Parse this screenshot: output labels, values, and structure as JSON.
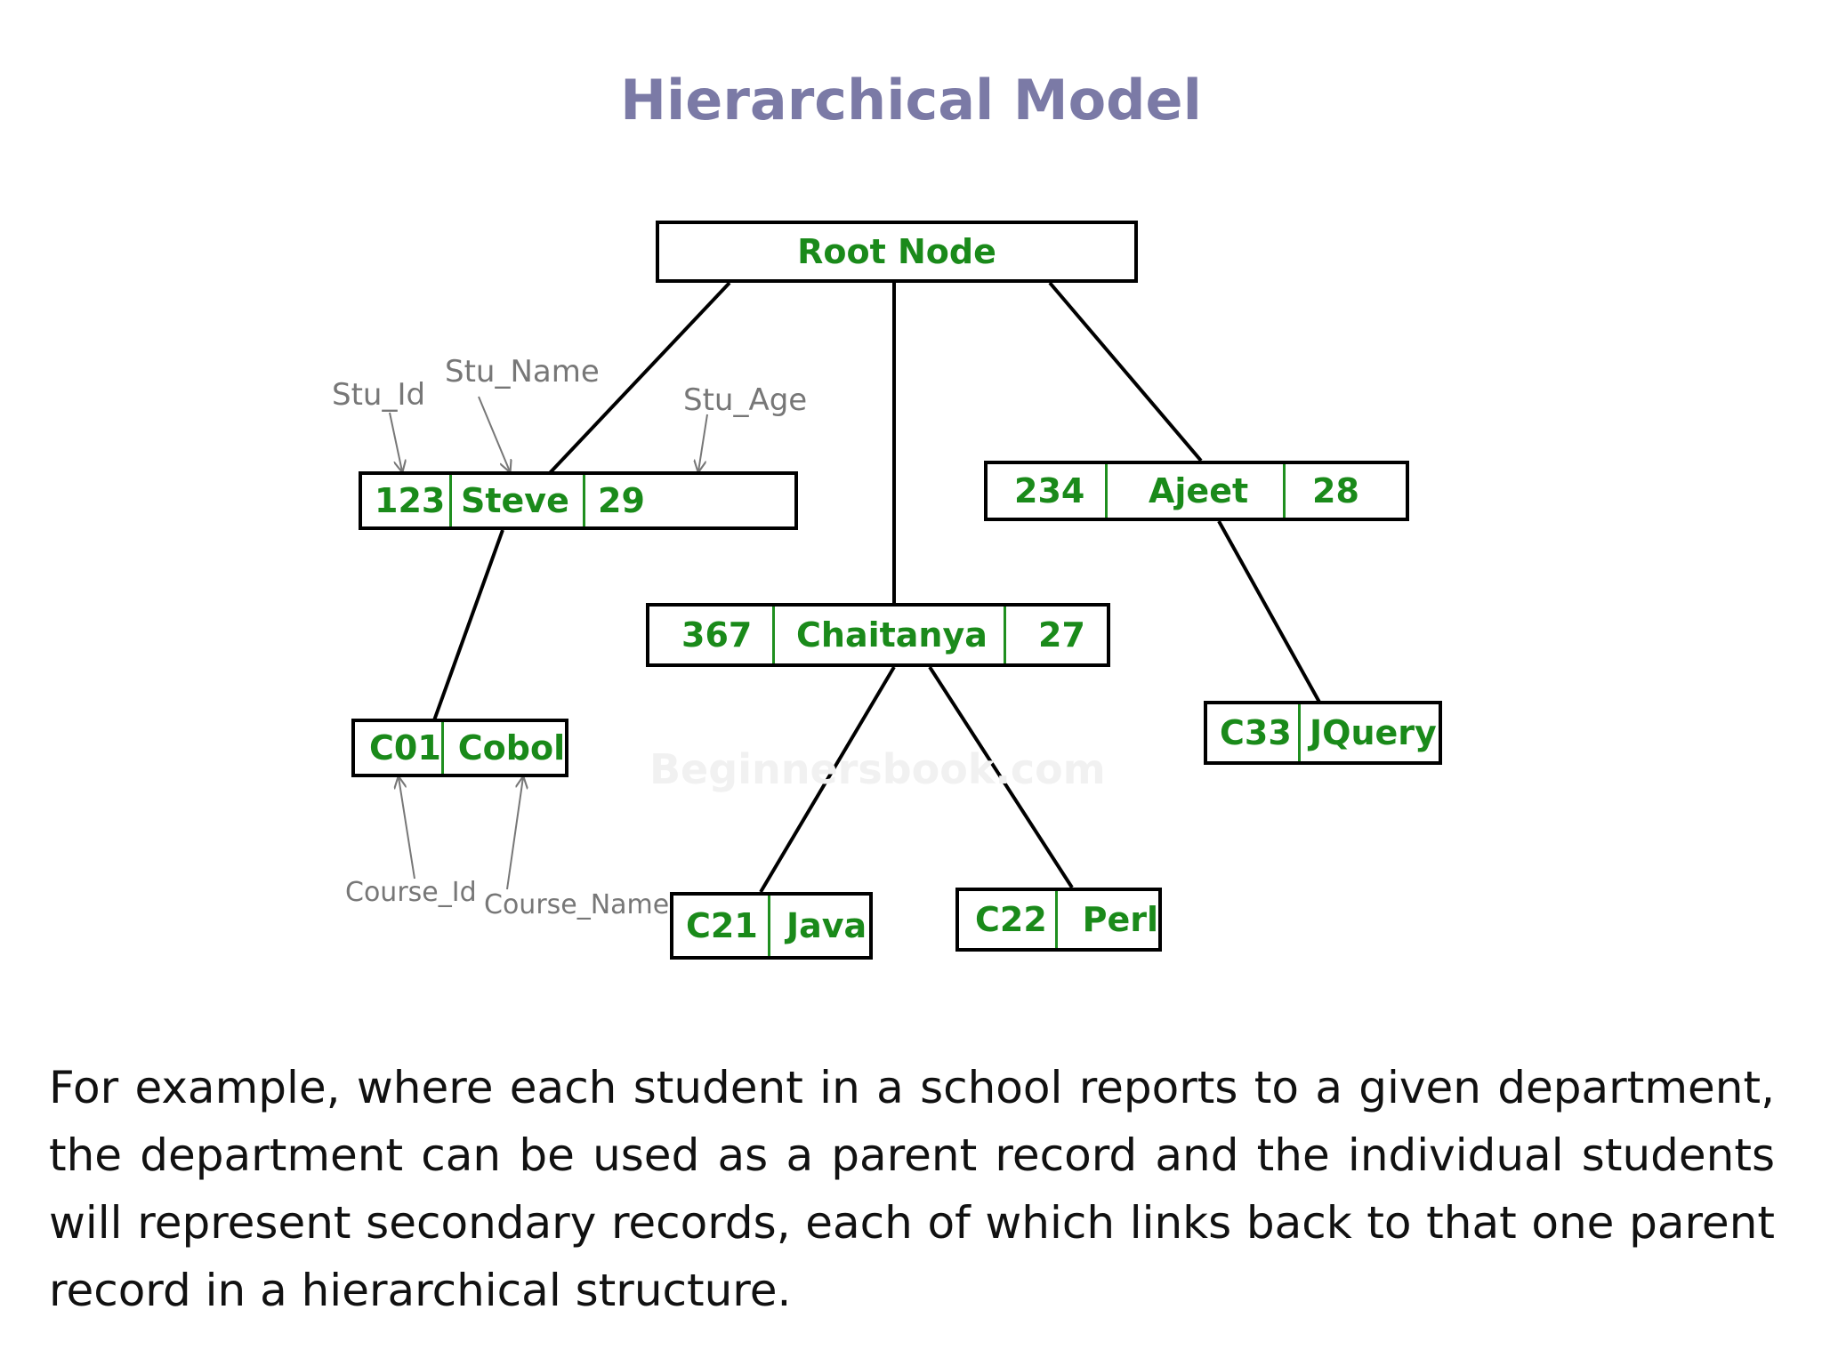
{
  "title": "Hierarchical Model",
  "colors": {
    "title": "#7b7aa6",
    "field_text": "#1a8a1a",
    "line": "#000000",
    "annotation": "#777777"
  },
  "root": {
    "label": "Root Node"
  },
  "students": [
    {
      "id": "123",
      "name": "Steve",
      "age": "29"
    },
    {
      "id": "367",
      "name": "Chaitanya",
      "age": "27"
    },
    {
      "id": "234",
      "name": "Ajeet",
      "age": "28"
    }
  ],
  "courses": [
    {
      "id": "C01",
      "name": "Cobol"
    },
    {
      "id": "C21",
      "name": "Java"
    },
    {
      "id": "C22",
      "name": "Perl"
    },
    {
      "id": "C33",
      "name": "JQuery"
    }
  ],
  "annotations": {
    "stu_id": "Stu_Id",
    "stu_name": "Stu_Name",
    "stu_age": "Stu_Age",
    "course_id": "Course_Id",
    "course_name": "Course_Name"
  },
  "watermark": "Beginnersbook.com",
  "paragraph": "For example, where each student in a school reports to a given department, the department can be used as a parent record and the individual students will represent secondary records, each of which links back to that one parent record in a hierarchical structure."
}
